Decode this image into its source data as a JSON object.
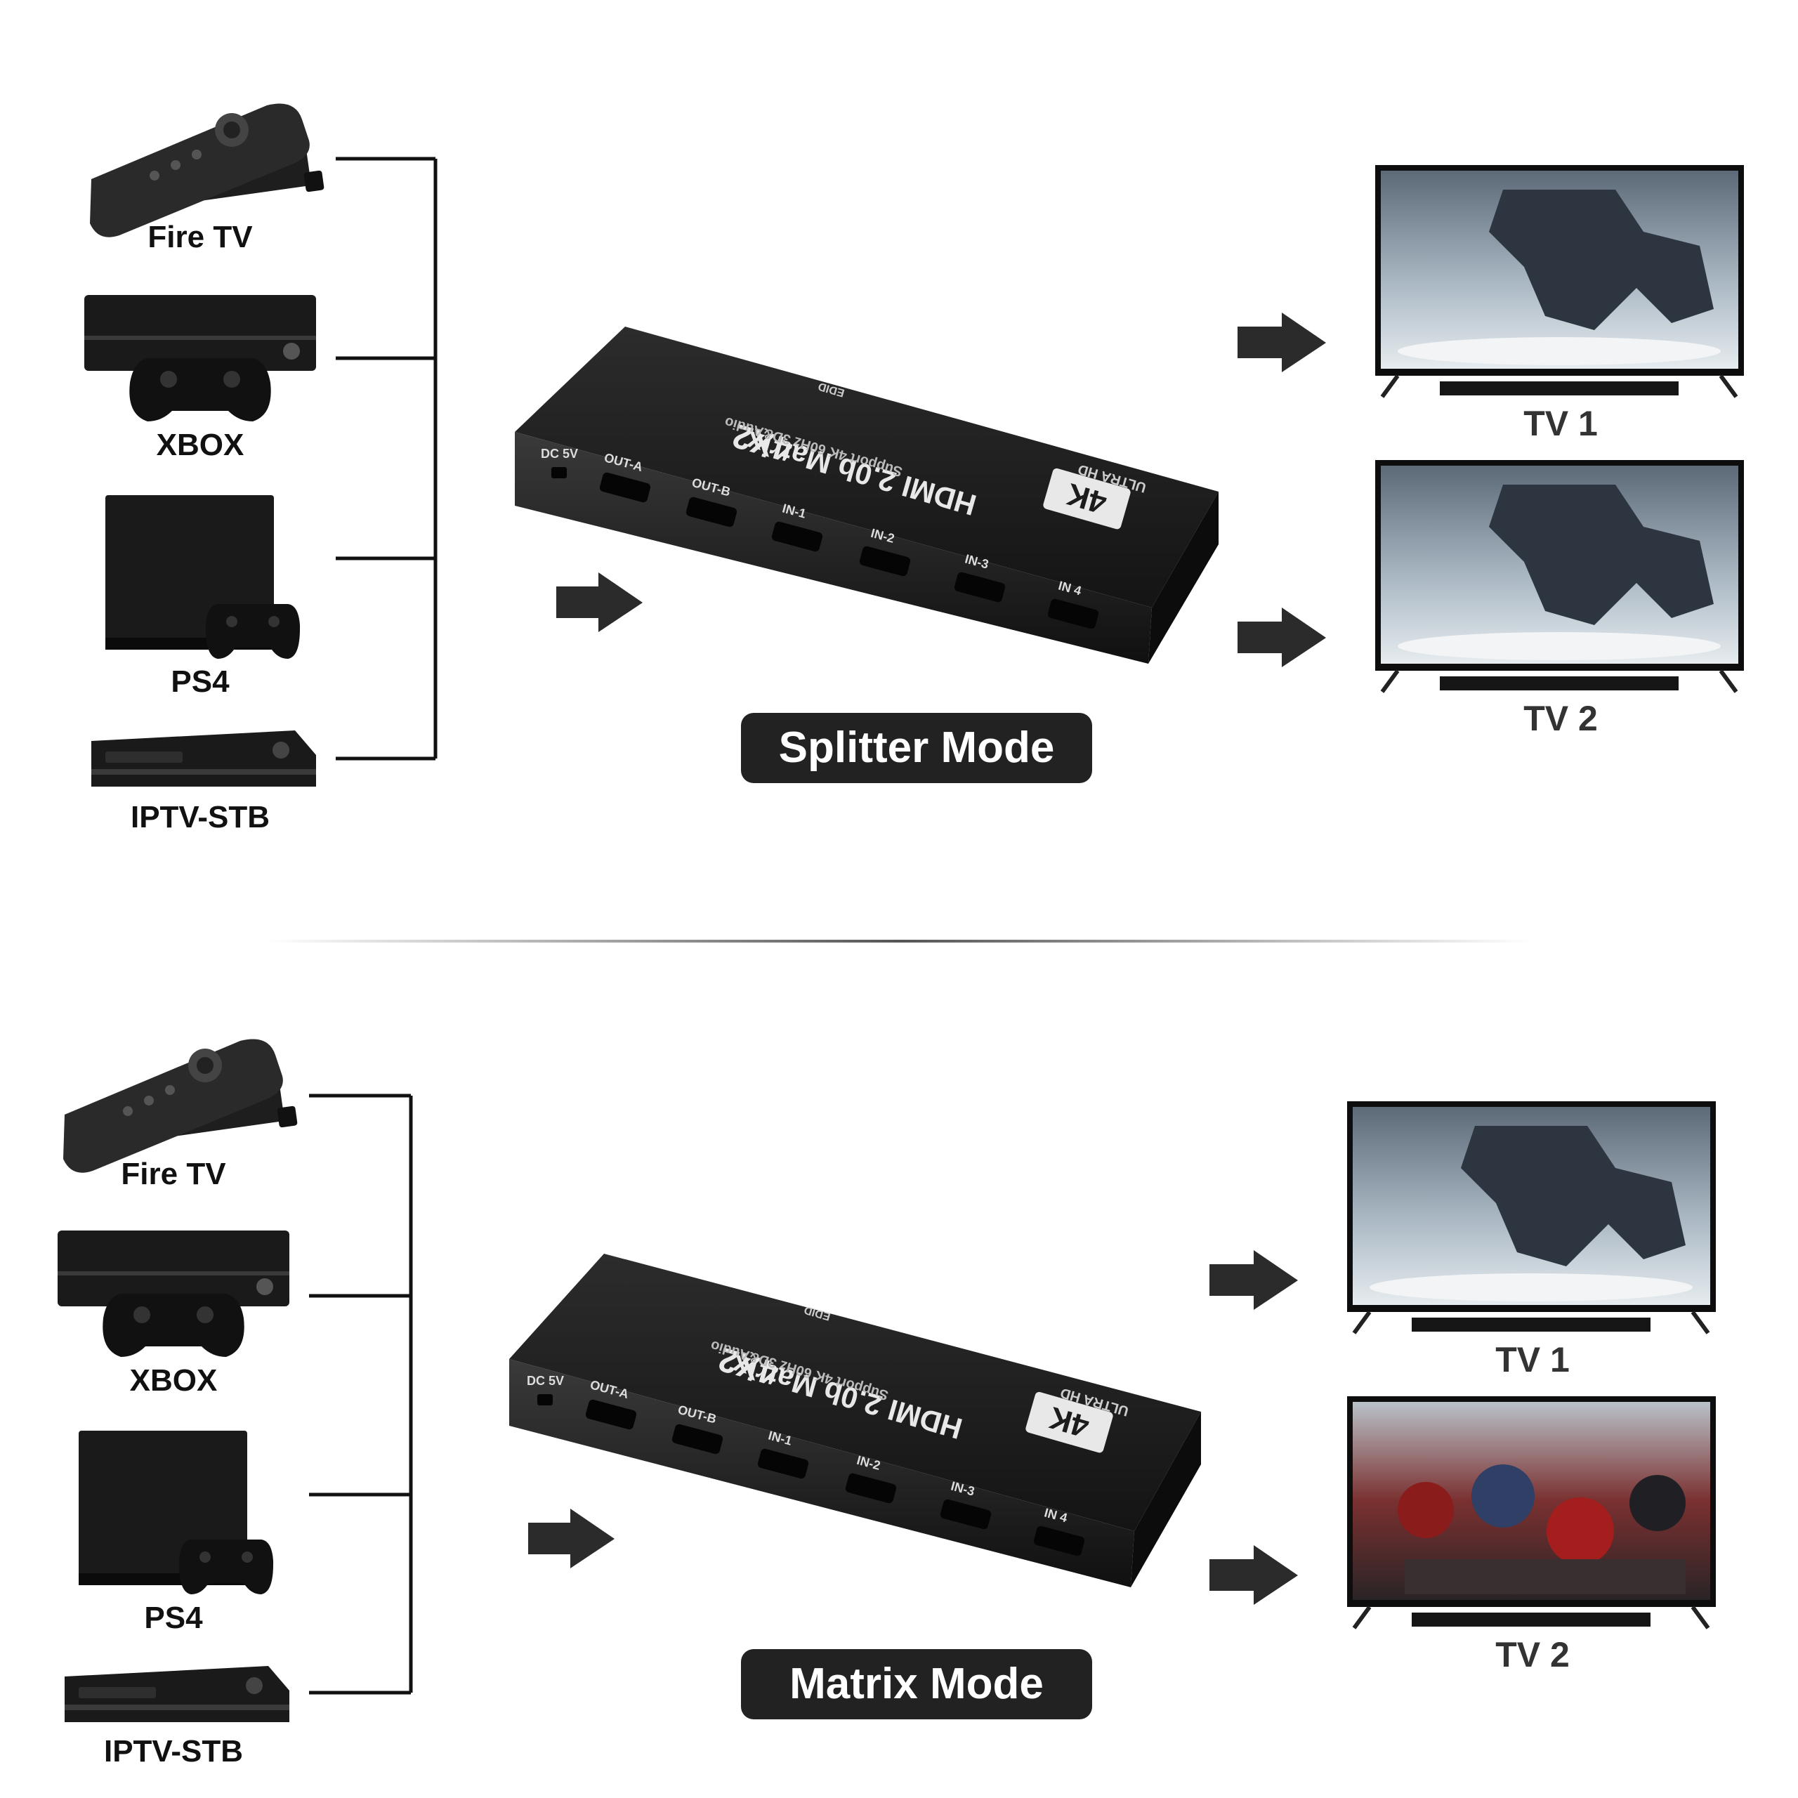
{
  "sections": [
    {
      "mode_label": "Splitter Mode",
      "sources": [
        {
          "label": "Fire TV",
          "icon": "fire-tv-icon"
        },
        {
          "label": "XBOX",
          "icon": "xbox-icon"
        },
        {
          "label": "PS4",
          "icon": "ps4-icon"
        },
        {
          "label": "IPTV-STB",
          "icon": "set-top-box-icon"
        }
      ],
      "tvs": [
        {
          "label": "TV 1",
          "screen": "robot-scene"
        },
        {
          "label": "TV 2",
          "screen": "robot-scene"
        }
      ]
    },
    {
      "mode_label": "Matrix Mode",
      "sources": [
        {
          "label": "Fire TV",
          "icon": "fire-tv-icon"
        },
        {
          "label": "XBOX",
          "icon": "xbox-icon"
        },
        {
          "label": "PS4",
          "icon": "ps4-icon"
        },
        {
          "label": "IPTV-STB",
          "icon": "set-top-box-icon"
        }
      ],
      "tvs": [
        {
          "label": "TV 1",
          "screen": "robot-scene"
        },
        {
          "label": "TV 2",
          "screen": "heroes-scene"
        }
      ]
    }
  ],
  "device": {
    "brand": "ULTRA HD",
    "badge": "4K",
    "model": "HDMI 2.0b Matrix",
    "size": "4X2",
    "subtitle": "Support 4K 60Hz 3D&Audio",
    "edid": "EDID",
    "ports": [
      "DC 5V",
      "OUT-A",
      "OUT-B",
      "IN-1",
      "IN-2",
      "IN-3",
      "IN 4"
    ]
  },
  "colors": {
    "bracket": "#111111",
    "arrow": "#2b2b2b",
    "pill": "#222222",
    "pill_text": "#ffffff",
    "device_body": "#1c1c1c"
  }
}
